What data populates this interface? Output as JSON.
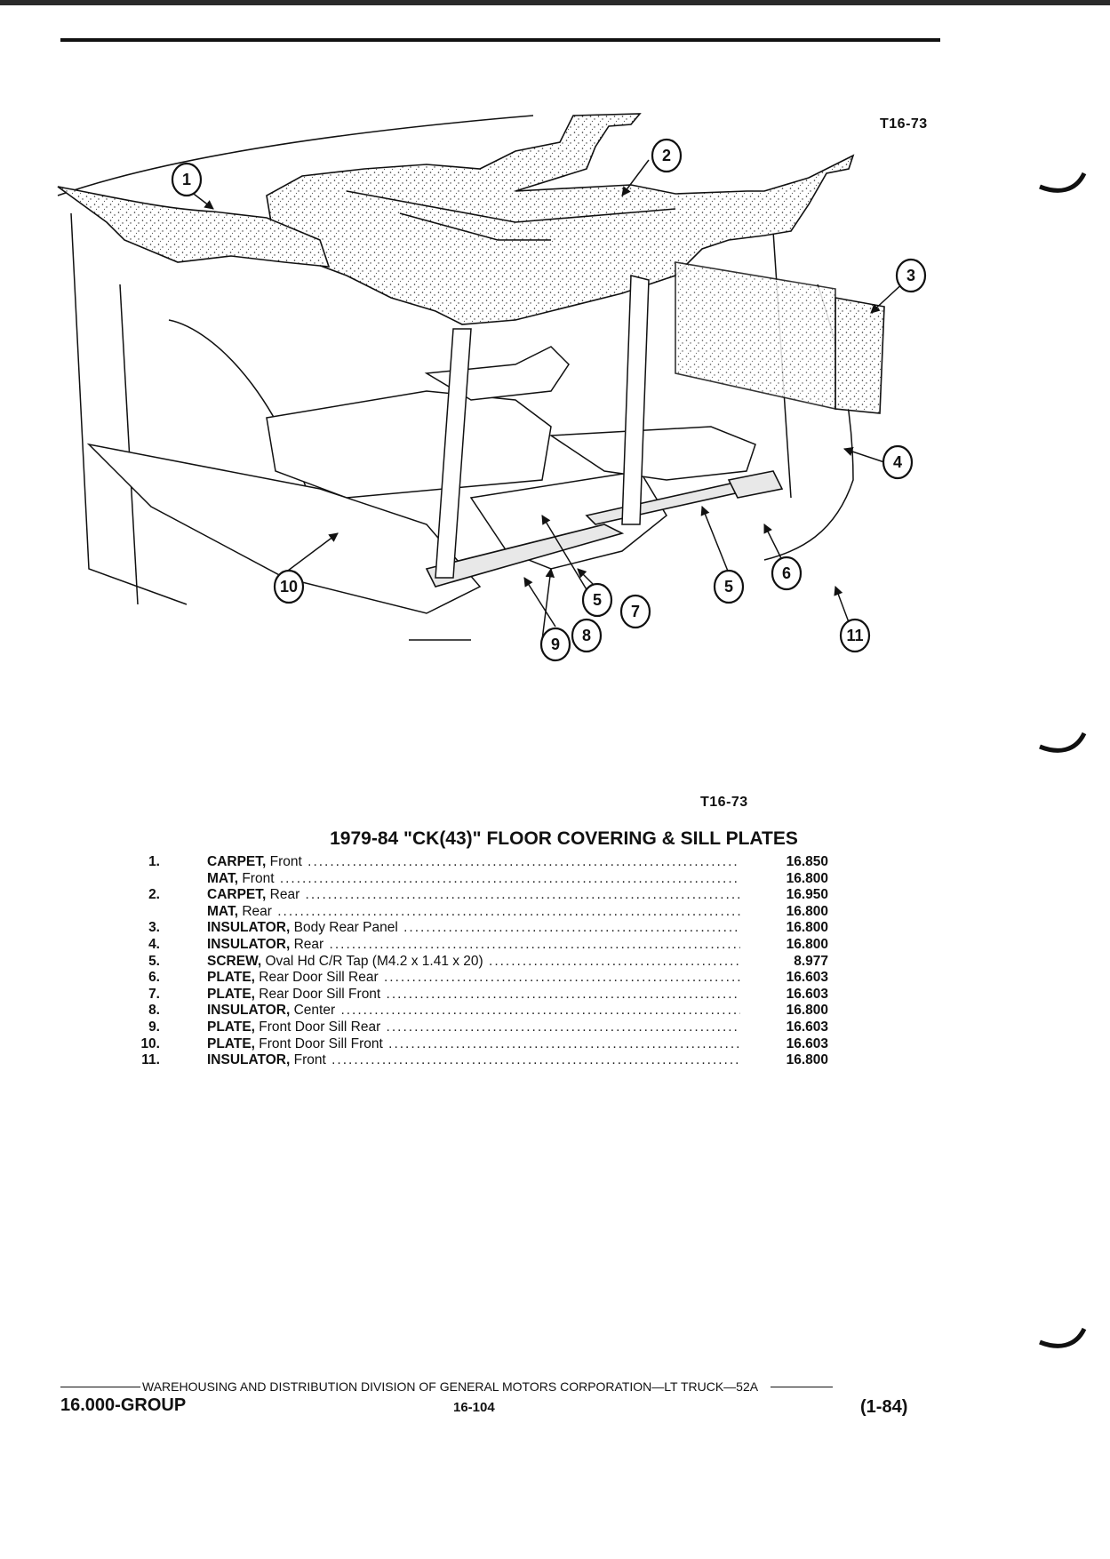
{
  "figure": {
    "code_top": "T16-73",
    "code_bottom": "T16-73",
    "callouts": [
      "1",
      "2",
      "3",
      "4",
      "5",
      "6",
      "7",
      "8",
      "9",
      "10",
      "11",
      "5"
    ]
  },
  "title": "1979-84 \"CK(43)\" FLOOR COVERING & SILL PLATES",
  "parts": [
    {
      "num": "1.",
      "name": "CARPET,",
      "desc": "Front",
      "ref": "16.850"
    },
    {
      "num": "",
      "name": "MAT,",
      "desc": "Front",
      "ref": "16.800"
    },
    {
      "num": "2.",
      "name": "CARPET,",
      "desc": "Rear",
      "ref": "16.950"
    },
    {
      "num": "",
      "name": "MAT,",
      "desc": "Rear",
      "ref": "16.800"
    },
    {
      "num": "3.",
      "name": "INSULATOR,",
      "desc": "Body Rear Panel",
      "ref": "16.800"
    },
    {
      "num": "4.",
      "name": "INSULATOR,",
      "desc": "Rear",
      "ref": "16.800"
    },
    {
      "num": "5.",
      "name": "SCREW,",
      "desc": "Oval Hd C/R Tap (M4.2 x 1.41 x 20)",
      "ref": "8.977"
    },
    {
      "num": "6.",
      "name": "PLATE,",
      "desc": "Rear Door Sill Rear",
      "ref": "16.603"
    },
    {
      "num": "7.",
      "name": "PLATE,",
      "desc": "Rear Door Sill Front",
      "ref": "16.603"
    },
    {
      "num": "8.",
      "name": "INSULATOR,",
      "desc": "Center",
      "ref": "16.800"
    },
    {
      "num": "9.",
      "name": "PLATE,",
      "desc": "Front Door Sill Rear",
      "ref": "16.603"
    },
    {
      "num": "10.",
      "name": "PLATE,",
      "desc": "Front Door Sill Front",
      "ref": "16.603"
    },
    {
      "num": "11.",
      "name": "INSULATOR,",
      "desc": "Front",
      "ref": "16.800"
    }
  ],
  "footer": {
    "division": "WAREHOUSING AND DISTRIBUTION  DIVISION OF GENERAL MOTORS CORPORATION—LT TRUCK—52A",
    "group": "16.000-GROUP",
    "page": "16-104",
    "date": "(1-84)"
  }
}
